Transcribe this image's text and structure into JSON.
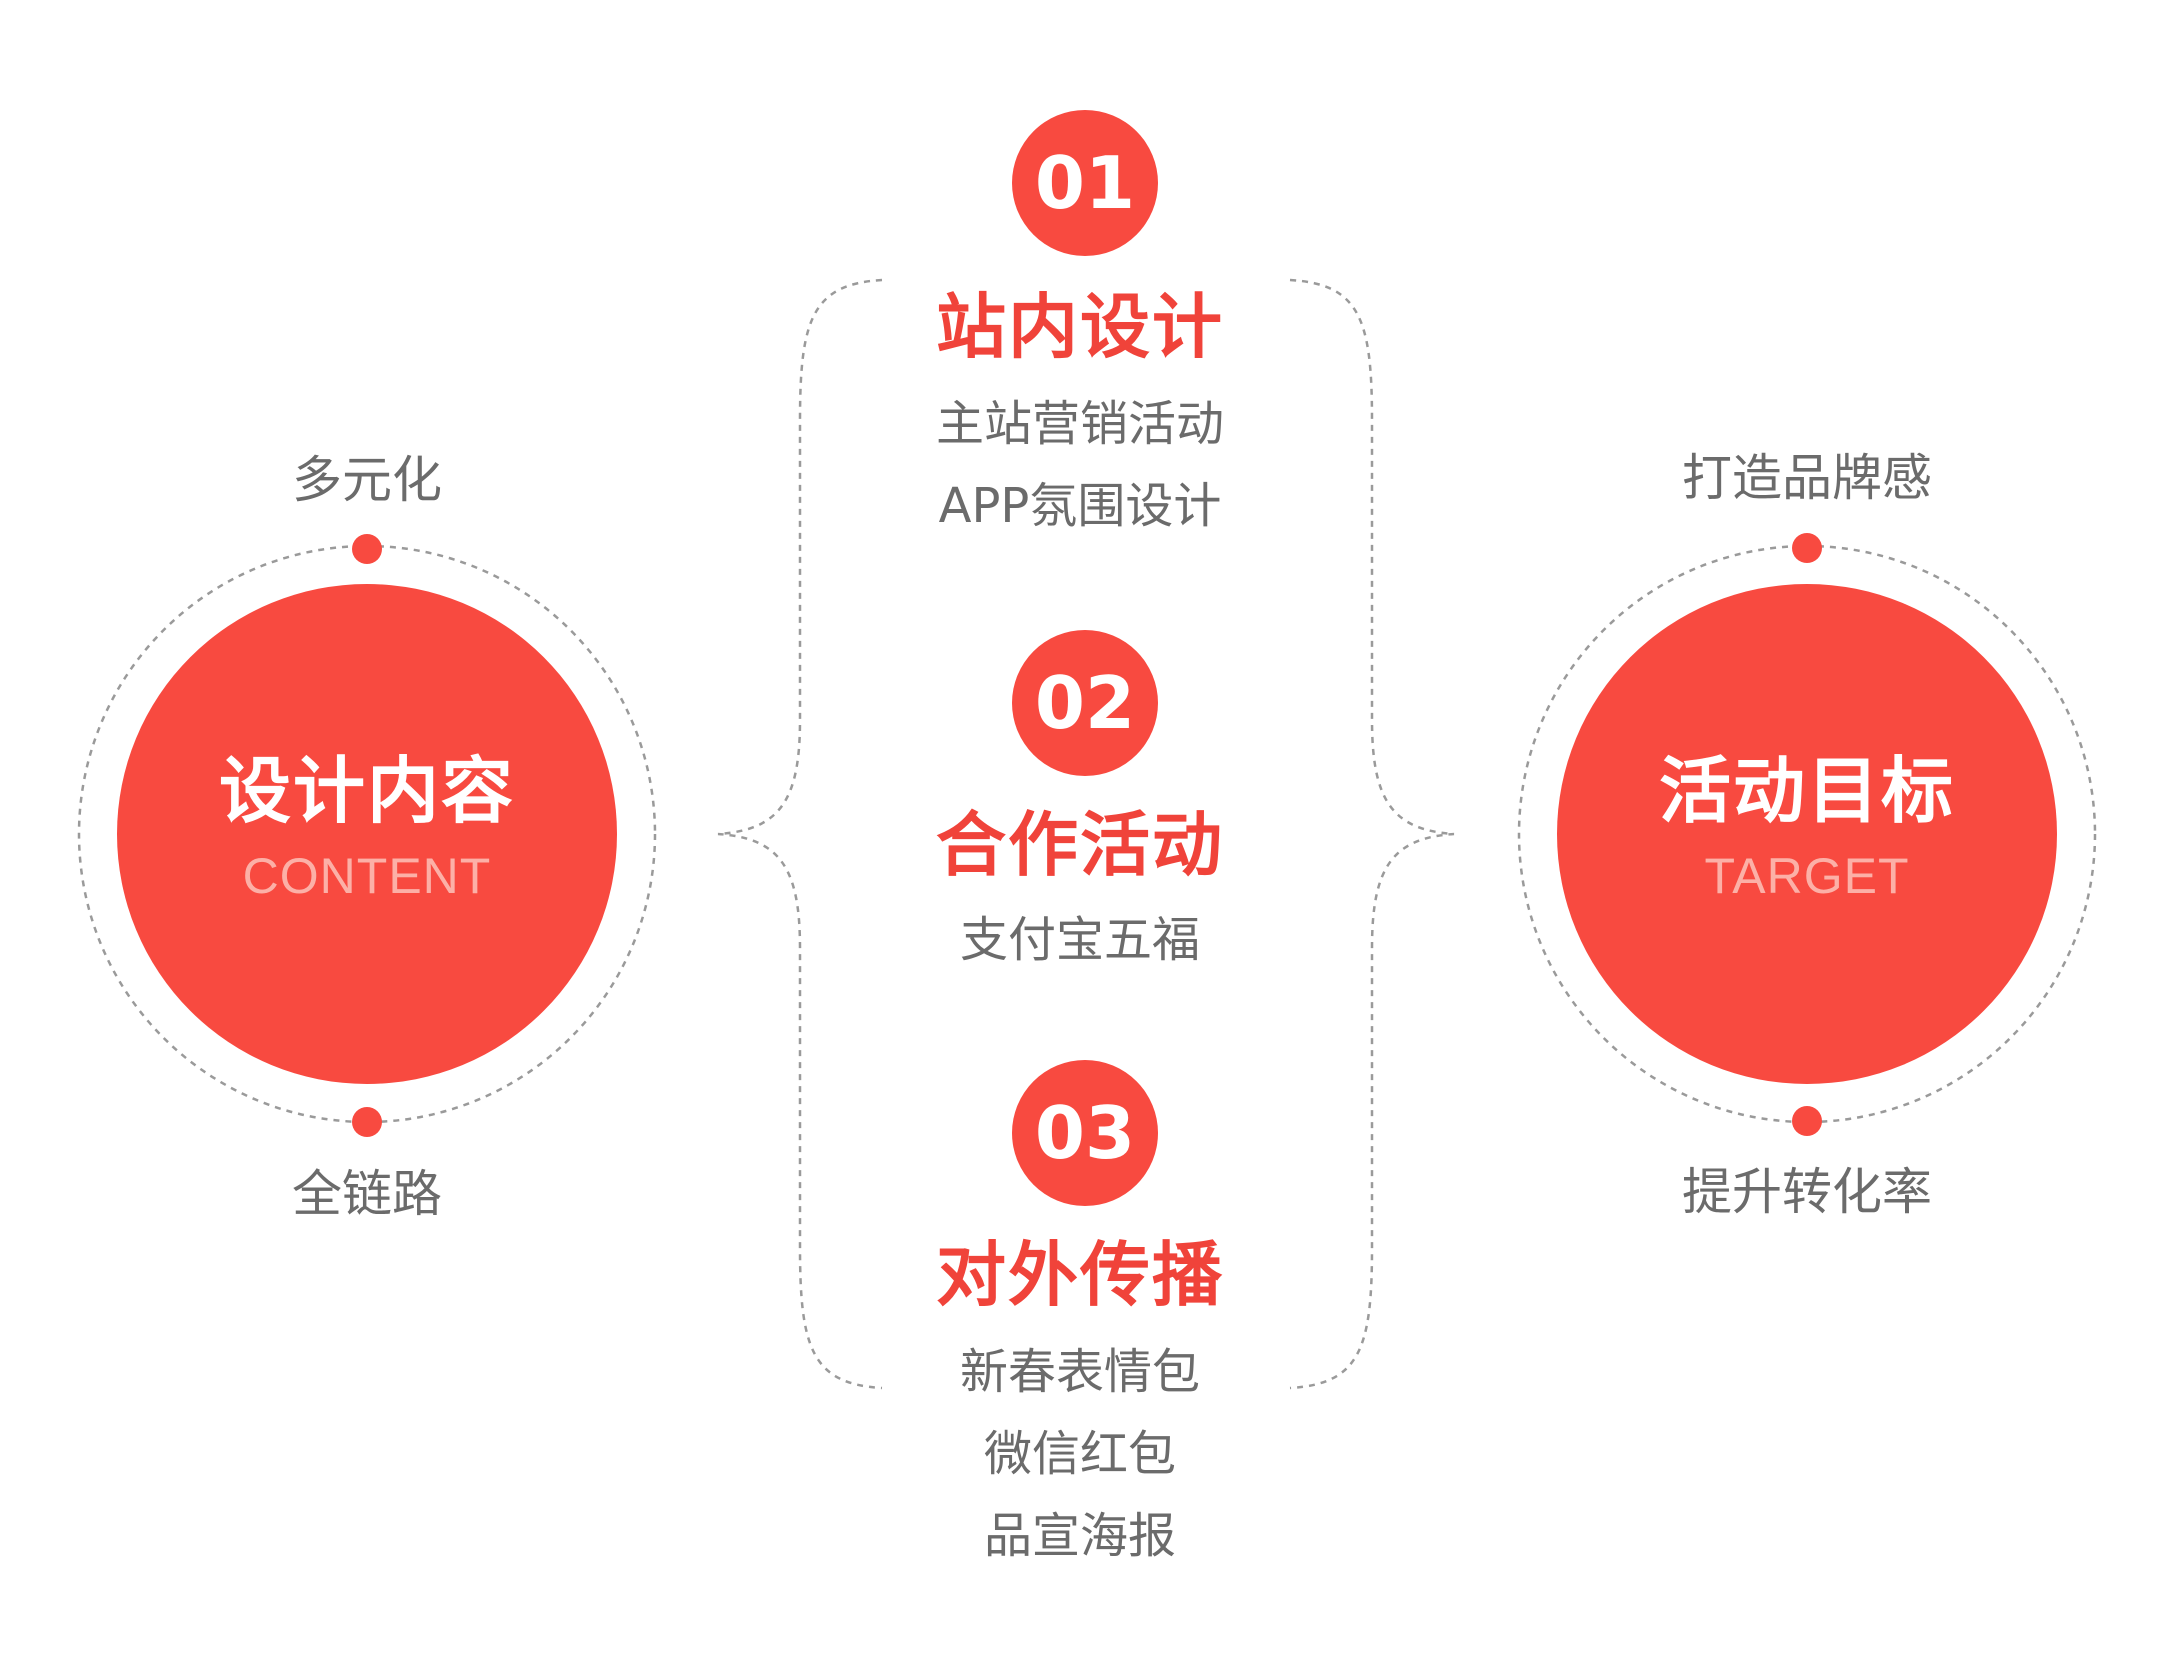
{
  "left_circle": {
    "title": "设计内容",
    "subtitle": "CONTENT",
    "top_label": "多元化",
    "bottom_label": "全链路"
  },
  "right_circle": {
    "title": "活动目标",
    "subtitle": "TARGET",
    "top_label": "打造品牌感",
    "bottom_label": "提升转化率"
  },
  "sections": [
    {
      "number": "01",
      "title": "站内设计",
      "items": [
        "主站营销活动",
        "APP氛围设计"
      ]
    },
    {
      "number": "02",
      "title": "合作活动",
      "items": [
        "支付宝五福"
      ]
    },
    {
      "number": "03",
      "title": "对外传播",
      "items": [
        "新春表情包",
        "微信红包",
        "品宣海报"
      ]
    }
  ],
  "colors": {
    "accent": "#f84a40",
    "title_red": "#f0433a",
    "label_grey": "#6b6b6b",
    "subtitle_pink": "#fcb0a7",
    "dotted_line": "#9a9a9a"
  }
}
